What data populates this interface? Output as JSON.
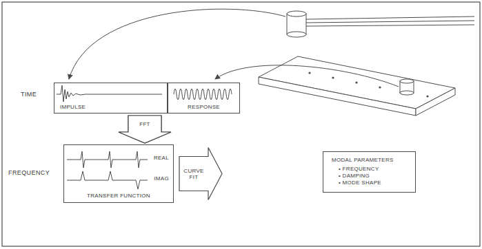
{
  "diagram": {
    "nodes": [
      {
        "text": [
          "IMPULSE"
        ]
      },
      {
        "text": [
          "RESPONSE"
        ]
      },
      {
        "text": [
          "REAL",
          "IMAG",
          "TRANSFER FUNCTION"
        ]
      },
      {
        "text": [
          "MODAL PARAMETERS",
          "• FREQUENCY",
          "• DAMPING",
          "• MODE SHAPE"
        ]
      }
    ],
    "edges": [
      {
        "from": 0,
        "to": 2,
        "label": "FFT",
        "arrow": "to"
      },
      {
        "from": 1,
        "to": 2,
        "arrow": "to"
      },
      {
        "from": 2,
        "to": 3,
        "label": "CURVE FIT",
        "arrow": "to"
      }
    ],
    "labels": [
      "TIME",
      "FREQUENCY"
    ]
  }
}
